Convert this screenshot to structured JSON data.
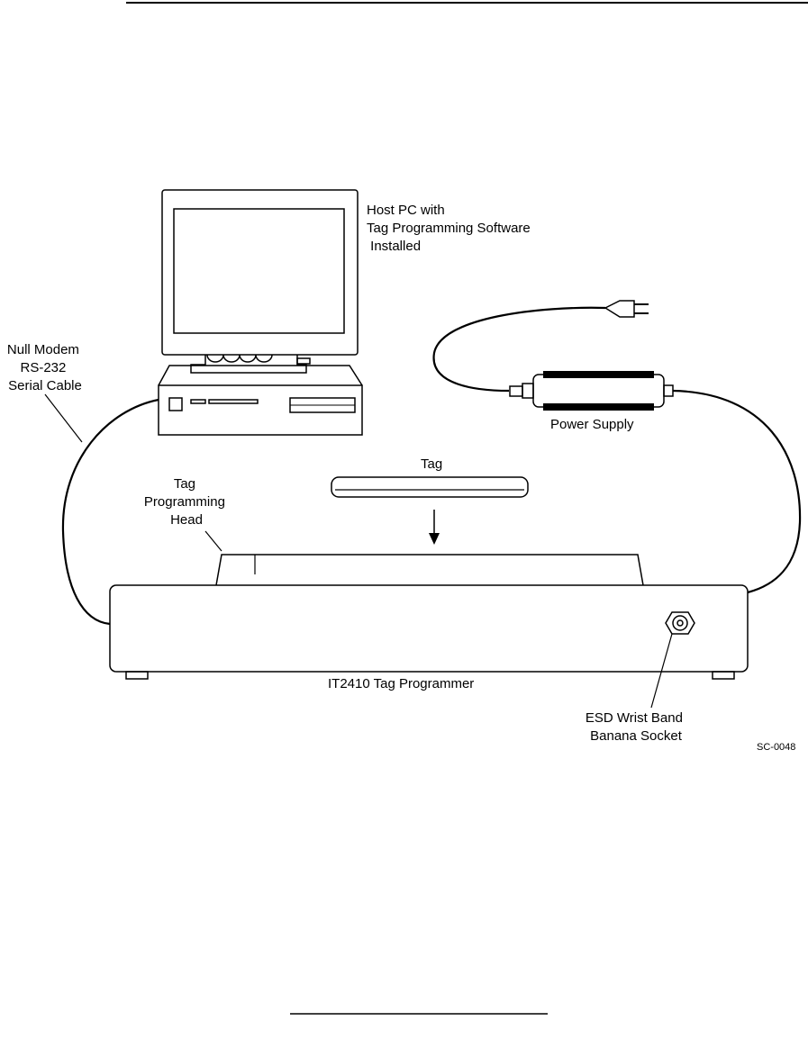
{
  "labels": {
    "host_pc": [
      "Host PC with",
      "Tag Programming Software",
      " Installed"
    ],
    "null_modem": [
      "Null Modem",
      "RS-232",
      "Serial Cable"
    ],
    "power_supply": "Power Supply",
    "tag": "Tag",
    "programming_head": [
      "Tag",
      "Programming",
      "Head"
    ],
    "programmer": "IT2410 Tag Programmer",
    "esd": [
      "ESD Wrist Band",
      "Banana Socket"
    ],
    "figure_id": "SC-0048"
  }
}
